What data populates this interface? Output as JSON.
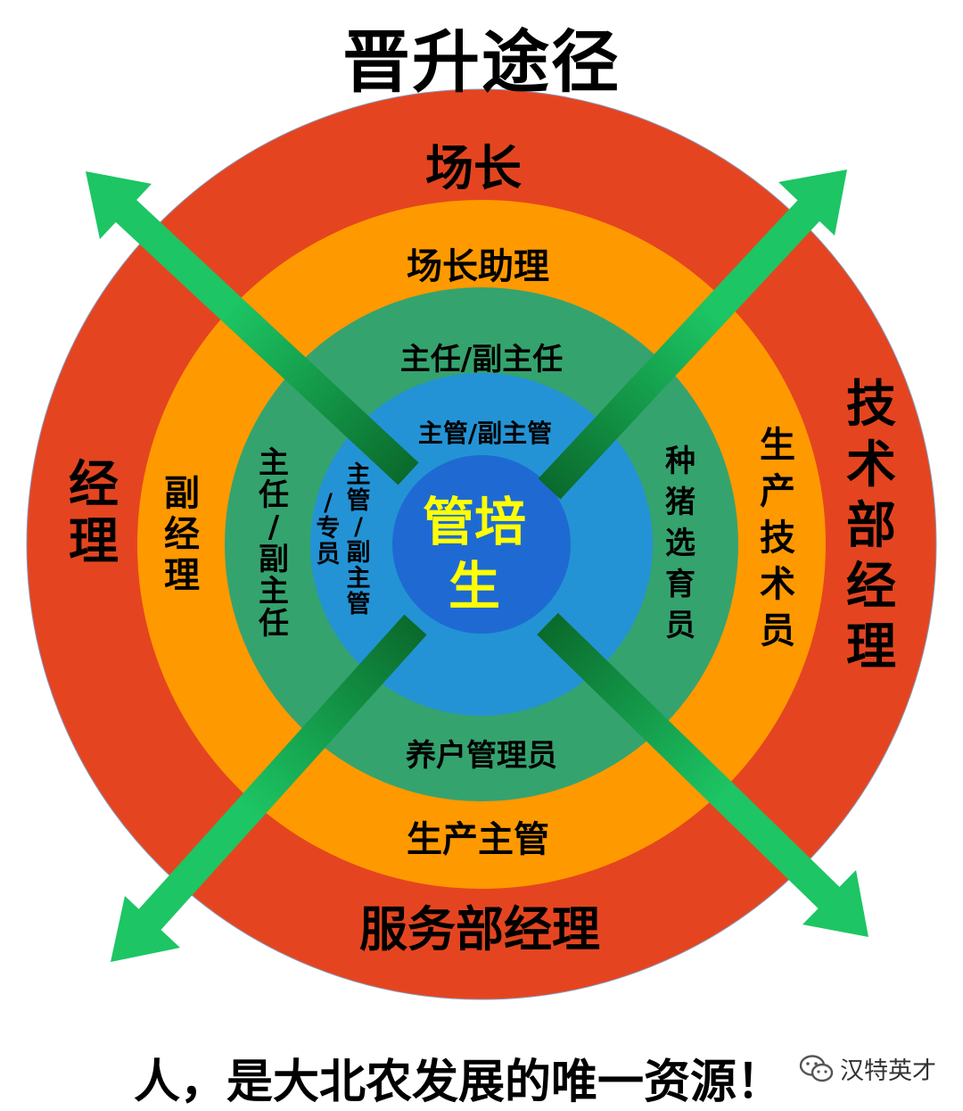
{
  "title": "晋升途径",
  "rings": {
    "outer": {
      "color": "#E44520",
      "labels": {
        "top": "场长",
        "left": "经理",
        "right": "技术部经理",
        "bottom": "服务部经理"
      }
    },
    "second": {
      "color": "#FF9900",
      "labels": {
        "top": "场长助理",
        "left": "副经理",
        "right": "生产技术员",
        "bottom": "生产主管"
      }
    },
    "third": {
      "color": "#35A36E",
      "labels": {
        "top": "主任/副主任",
        "left": "主任/副主任",
        "right": "种猪选育员",
        "bottom": "养户管理员"
      }
    },
    "fourth": {
      "color": "#2393D5",
      "labels": {
        "top": "主管/副主管",
        "left_col1": "主管/副主管",
        "left_col2": "/专员"
      }
    },
    "center": {
      "color": "#1F6AD2",
      "label_line1": "管培",
      "label_line2": "生",
      "text_color": "#FFFF00"
    }
  },
  "arrows": {
    "color": "#1DC564",
    "directions": [
      "up-left",
      "up-right",
      "down-left",
      "down-right"
    ]
  },
  "footer": "人，是大北农发展的唯一资源！",
  "watermark": {
    "text": "汉特英才",
    "icon": "wechat-icon"
  }
}
